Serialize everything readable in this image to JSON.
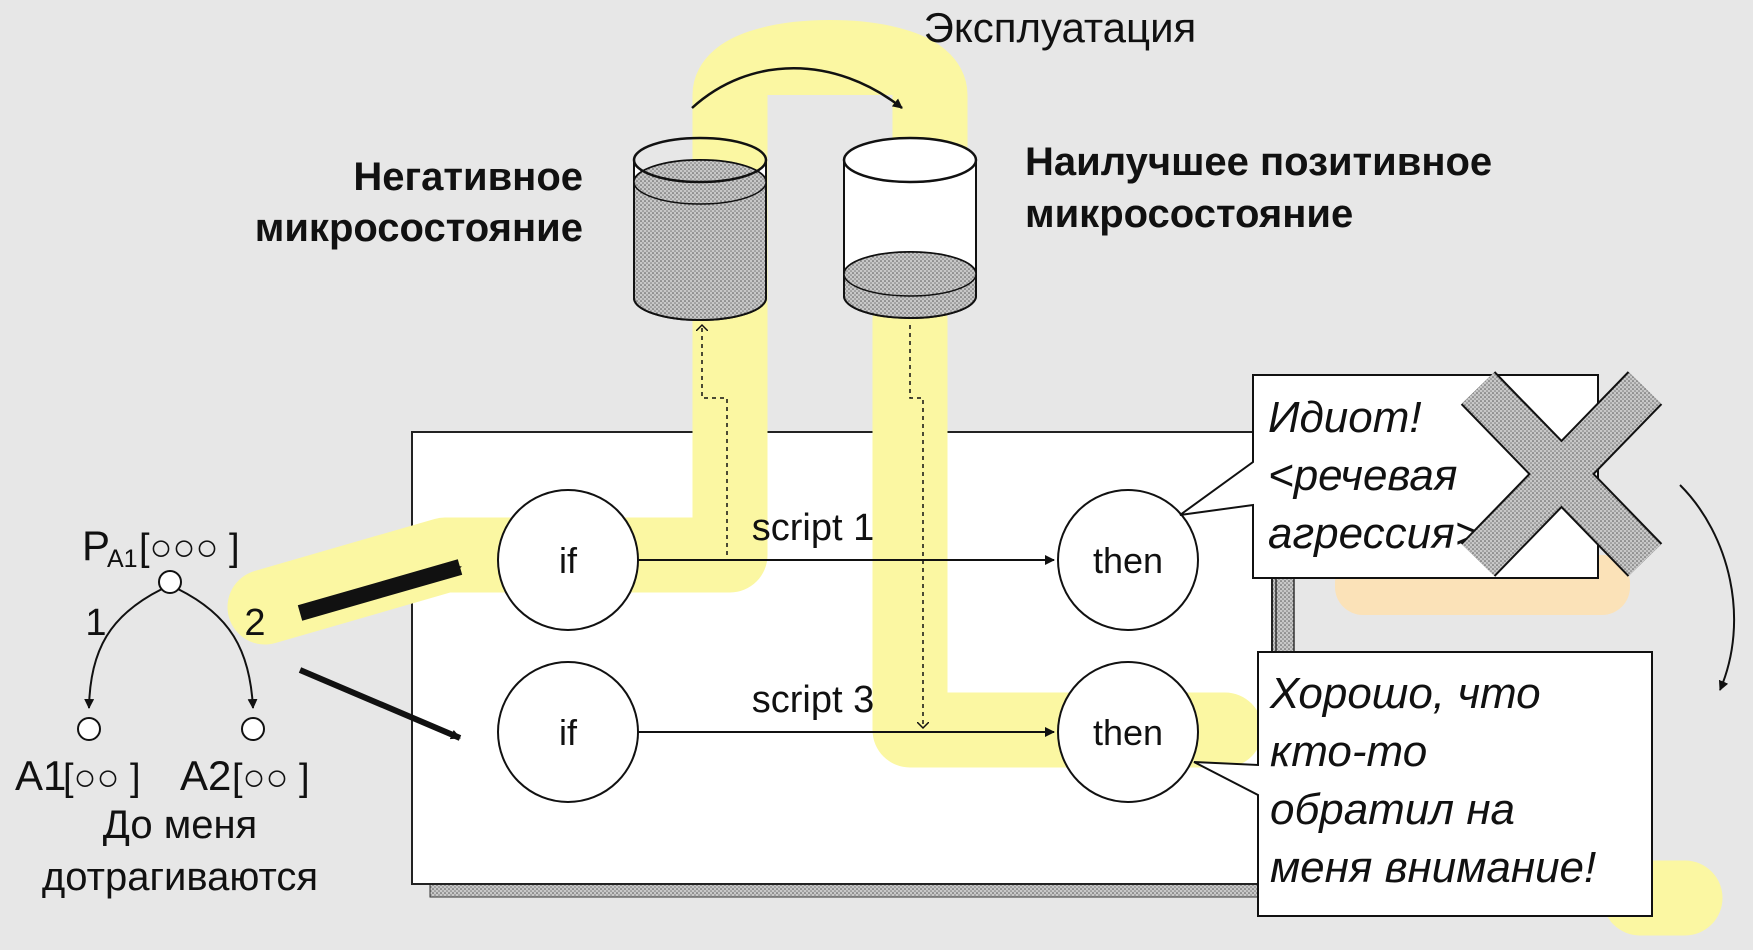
{
  "diagram": {
    "top_label": "Эксплуатация",
    "negative_state": {
      "line1": "Негативное",
      "line2": "микросостояние"
    },
    "positive_state": {
      "line1": "Наилучшее позитивное",
      "line2": "микросостояние"
    },
    "scripts": [
      {
        "label": "script 1",
        "if_label": "if",
        "then_label": "then",
        "speech": {
          "line1": "Идиот!",
          "line2": "<речевая",
          "line3": "агрессия>"
        }
      },
      {
        "label": "script 3",
        "if_label": "if",
        "then_label": "then",
        "speech": {
          "line1": "Хорошо, что",
          "line2": "кто-то",
          "line3": "обратил на",
          "line4": "меня внимание!"
        }
      }
    ],
    "tree": {
      "root_letter": "P",
      "root_subscript": "A1",
      "root_bracket": "[○○○ ]",
      "branch_1": "1",
      "branch_2": "2",
      "leaf_1": "A1",
      "leaf_1_bracket": "[○○ ]",
      "leaf_2": "A2",
      "leaf_2_bracket": "[○○ ]",
      "caption_line1": "До меня",
      "caption_line2": "дотрагиваются"
    },
    "colors": {
      "background": "#e7e7e7",
      "highlight": "#fbf7a2",
      "orange_highlight": "#fbe2b8",
      "stroke": "#111111"
    }
  }
}
